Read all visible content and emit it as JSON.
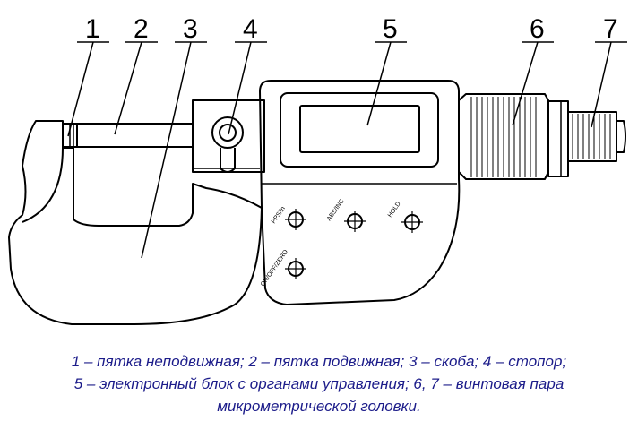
{
  "figure": {
    "labels": [
      "1",
      "2",
      "3",
      "4",
      "5",
      "6",
      "7"
    ],
    "buttons": [
      "PPS/in",
      "ABS/INC",
      "HOLD",
      "ON/OFF/ZERO"
    ]
  },
  "caption": {
    "line1": "1 – пятка неподвижная; 2 – пятка подвижная; 3 – скоба; 4 – стопор;",
    "line2": "5 – электронный блок с органами управления; 6, 7 – винтовая пара",
    "line3": "микрометрической головки."
  }
}
